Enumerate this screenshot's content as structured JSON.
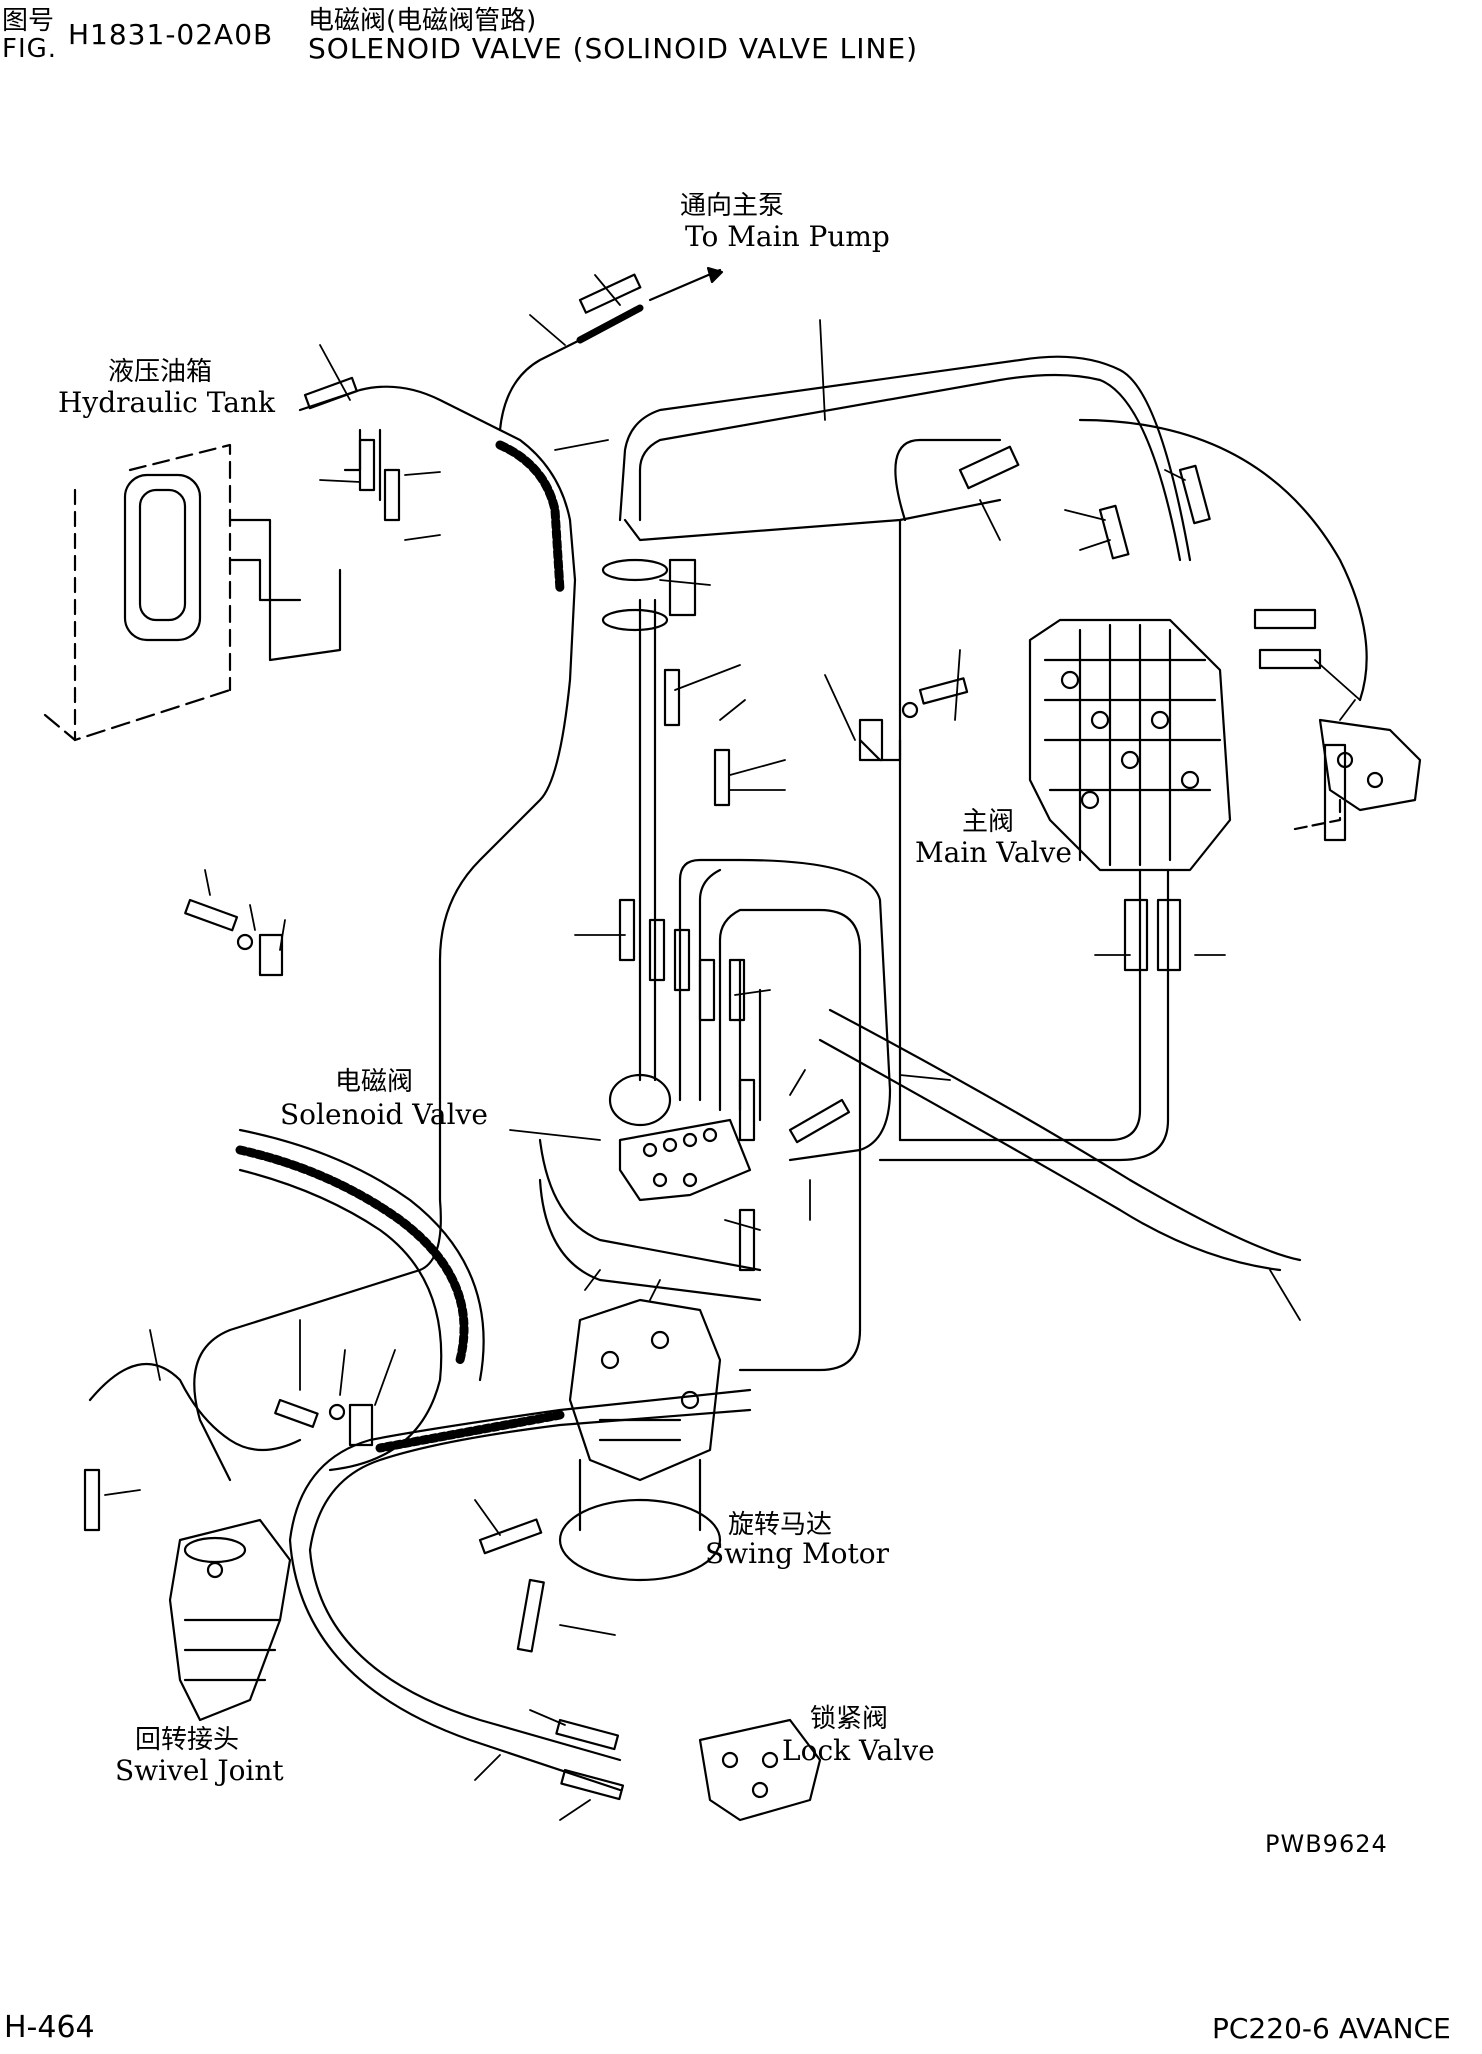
{
  "header": {
    "fig_cn": "图号",
    "fig_en": "FIG.",
    "fig_no": "H1831-02A0B",
    "title_cn": "电磁阀(电磁阀管路)",
    "title_en": "SOLENOID VALVE (SOLINOID VALVE LINE)"
  },
  "labels": {
    "main_pump_cn": "通向主泵",
    "main_pump_en": "To Main Pump",
    "tank_cn": "液压油箱",
    "tank_en": "Hydraulic Tank",
    "main_valve_cn": "主阀",
    "main_valve_en": "Main Valve",
    "solenoid_cn": "电磁阀",
    "solenoid_en": "Solenoid Valve",
    "swing_cn": "旋转马达",
    "swing_en": "Swing Motor",
    "swivel_cn": "回转接头",
    "swivel_en": "Swivel Joint",
    "lock_cn": "锁紧阀",
    "lock_en": "Lock Valve"
  },
  "drawing_code": "PWB9624",
  "footer": {
    "page": "H-464",
    "model": "PC220-6 AVANCE"
  }
}
